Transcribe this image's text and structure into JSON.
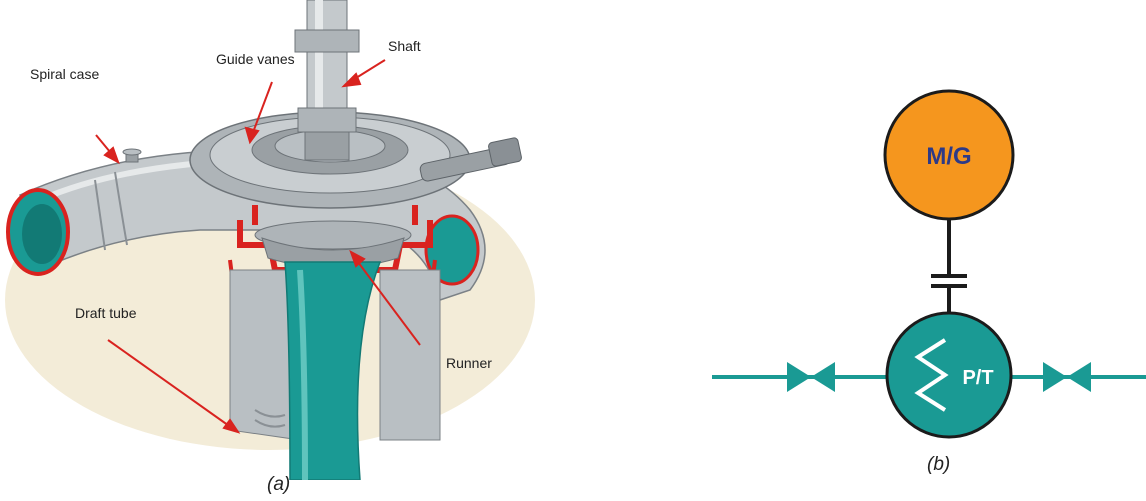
{
  "panel_a": {
    "labels": {
      "shaft": "Shaft",
      "guide_vanes": "Guide vanes",
      "spiral_case": "Spiral case",
      "draft_tube": "Draft tube",
      "runner": "Runner"
    },
    "caption": "(a)"
  },
  "panel_b": {
    "motor_generator": "M/G",
    "pump_turbine": "P/T",
    "caption": "(b)"
  },
  "colors": {
    "teal": "#1a9a94",
    "orange": "#f5961e",
    "red": "#d9231f",
    "steel": "#b9bfc3"
  }
}
